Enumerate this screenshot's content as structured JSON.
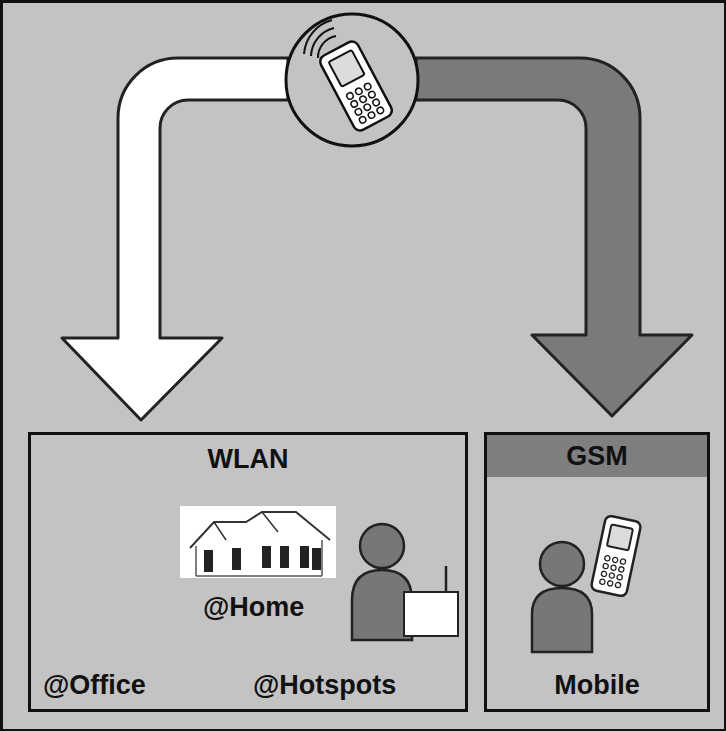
{
  "diagram": {
    "nodes": [
      {
        "text": [
          "WLAN",
          "@Home",
          "@Office",
          "@Hotspots"
        ]
      },
      {
        "text": [
          "GSM",
          "Mobile"
        ]
      }
    ]
  }
}
